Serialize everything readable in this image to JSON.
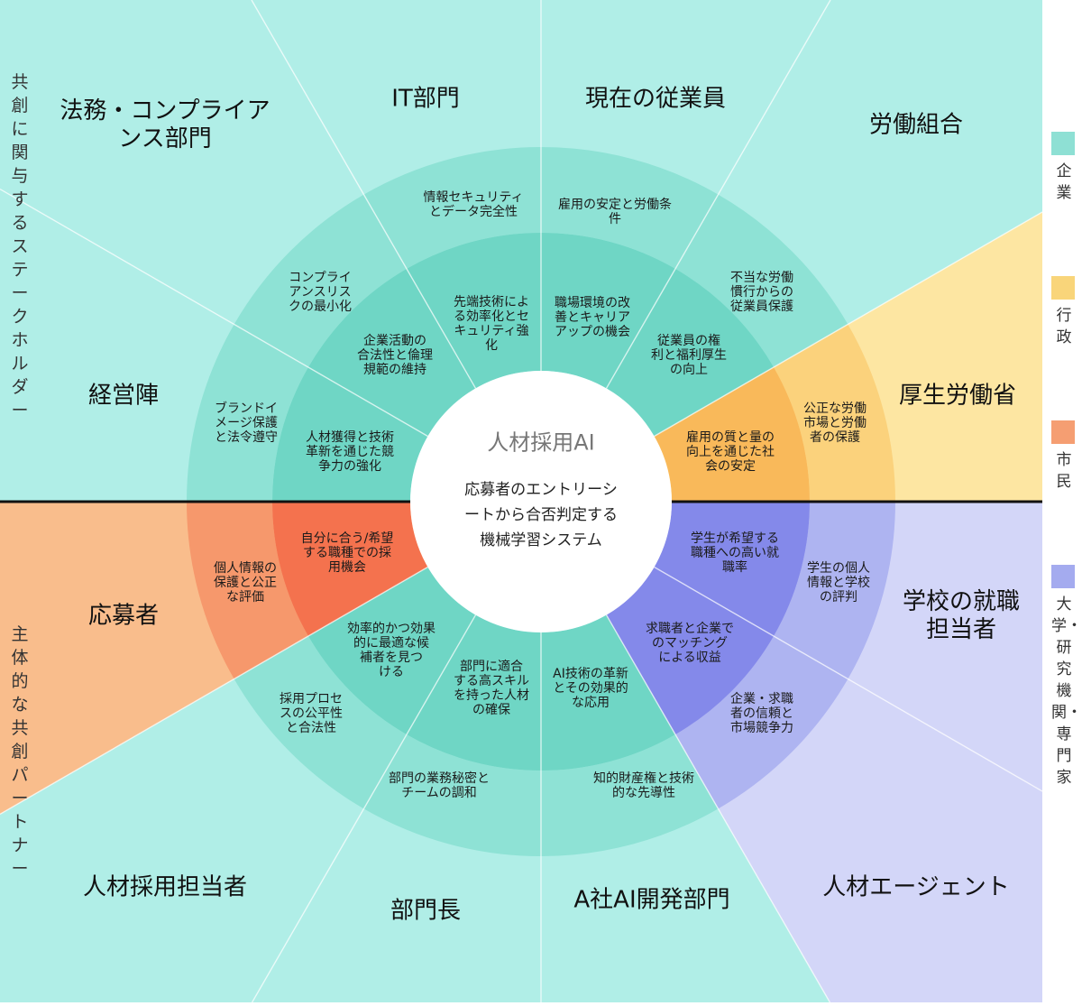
{
  "side_labels": {
    "top": "共創に関与するステークホルダー",
    "bottom": "主体的な共創パートナー"
  },
  "center": {
    "title": "人材採用AI",
    "description": [
      "応募者のエントリーシ",
      "ートから合否判定する",
      "機械学習システム"
    ]
  },
  "stakeholders": [
    {
      "name": "法務・コンプライアンス部門",
      "lines": [
        "法務・コンプライア",
        "ンス部門"
      ]
    },
    {
      "name": "IT部門",
      "lines": [
        "IT部門"
      ]
    },
    {
      "name": "現在の従業員",
      "lines": [
        "現在の従業員"
      ]
    },
    {
      "name": "労働組合",
      "lines": [
        "労働組合"
      ]
    },
    {
      "name": "経営陣",
      "lines": [
        "経営陣"
      ]
    },
    {
      "name": "厚生労働省",
      "lines": [
        "厚生労働省"
      ]
    },
    {
      "name": "応募者",
      "lines": [
        "応募者"
      ]
    },
    {
      "name": "学校の就職担当者",
      "lines": [
        "学校の就職",
        "担当者"
      ]
    },
    {
      "name": "人材採用担当者",
      "lines": [
        "人材採用担当者"
      ]
    },
    {
      "name": "部門長",
      "lines": [
        "部門長"
      ]
    },
    {
      "name": "A社AI開発部門",
      "lines": [
        "A社AI開発部門"
      ]
    },
    {
      "name": "人材エージェント",
      "lines": [
        "人材エージェント"
      ]
    }
  ],
  "concerns": [
    {
      "id": "info-security",
      "lines": [
        "情報セキュリティ",
        "とデータ完全性"
      ]
    },
    {
      "id": "employment-stability",
      "lines": [
        "雇用の安定と労働条",
        "件"
      ]
    },
    {
      "id": "compliance-risk",
      "lines": [
        "コンプライ",
        "アンスリス",
        "クの最小化"
      ]
    },
    {
      "id": "unfair-labor",
      "lines": [
        "不当な労働",
        "慣行からの",
        "従業員保護"
      ]
    },
    {
      "id": "brand-image",
      "lines": [
        "ブランドイ",
        "メージ保護",
        "と法令遵守"
      ]
    },
    {
      "id": "fair-labor-market",
      "lines": [
        "公正な労働",
        "市場と労働",
        "者の保護"
      ]
    },
    {
      "id": "personal-info",
      "lines": [
        "個人情報の",
        "保護と公正",
        "な評価"
      ]
    },
    {
      "id": "student-reputation",
      "lines": [
        "学生の個人",
        "情報と学校",
        "の評判"
      ]
    },
    {
      "id": "hiring-process",
      "lines": [
        "採用プロセ",
        "スの公平性",
        "と合法性"
      ]
    },
    {
      "id": "trade-secret",
      "lines": [
        "部門の業務秘密と",
        "チームの調和"
      ]
    },
    {
      "id": "ip-lead",
      "lines": [
        "知的財産権と技術",
        "的な先導性"
      ]
    },
    {
      "id": "trust-competitiveness",
      "lines": [
        "企業・求職",
        "者の信頼と",
        "市場競争力"
      ]
    }
  ],
  "values": [
    {
      "id": "tech-efficiency",
      "lines": [
        "先端技術によ",
        "る効率化とセ",
        "キュリティ強",
        "化"
      ]
    },
    {
      "id": "workplace-career",
      "lines": [
        "職場環境の改",
        "善とキャリア",
        "アップの機会"
      ]
    },
    {
      "id": "legal-ethics",
      "lines": [
        "企業活動の",
        "合法性と倫理",
        "規範の維持"
      ]
    },
    {
      "id": "employee-rights",
      "lines": [
        "従業員の権",
        "利と福利厚生",
        "の向上"
      ]
    },
    {
      "id": "talent-innovation",
      "lines": [
        "人材獲得と技術",
        "革新を通じた競",
        "争力の強化"
      ]
    },
    {
      "id": "social-stability",
      "lines": [
        "雇用の質と量の",
        "向上を通じた社",
        "会の安定"
      ]
    },
    {
      "id": "matching-job",
      "lines": [
        "自分に合う/希望",
        "する職種での採",
        "用機会"
      ]
    },
    {
      "id": "student-job-rate",
      "lines": [
        "学生が希望する",
        "職種への高い就",
        "職率"
      ]
    },
    {
      "id": "efficient-candidates",
      "lines": [
        "効率的かつ効果",
        "的に最適な候",
        "補者を見つ",
        "ける"
      ]
    },
    {
      "id": "skilled-talent",
      "lines": [
        "部門に適合",
        "する高スキル",
        "を持った人材",
        "の確保"
      ]
    },
    {
      "id": "ai-application",
      "lines": [
        "AI技術の革新",
        "とその効果的",
        "な応用"
      ]
    },
    {
      "id": "matching-revenue",
      "lines": [
        "求職者と企業で",
        "のマッチング",
        "による収益"
      ]
    }
  ],
  "legend": [
    {
      "label": "企業",
      "color": "#8ee0d4"
    },
    {
      "label": "行政",
      "color": "#f9d57a"
    },
    {
      "label": "市民",
      "color": "#f59e72"
    },
    {
      "label": "大学・研究機関・専門家",
      "color": "#a4abef"
    }
  ]
}
